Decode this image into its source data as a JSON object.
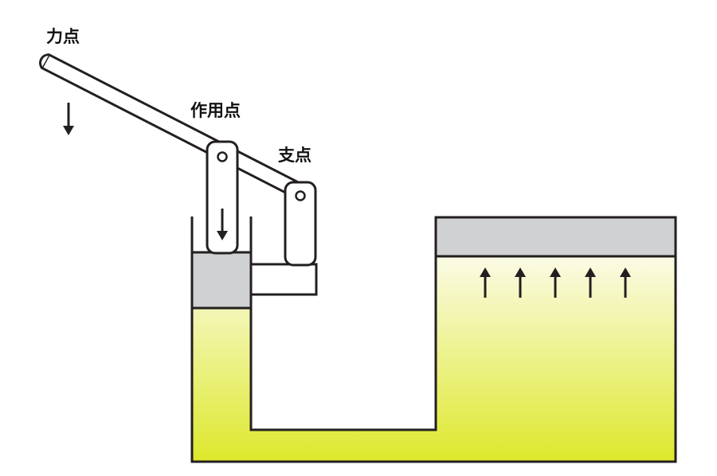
{
  "labels": {
    "effort_point": "力点",
    "load_point": "作用点",
    "fulcrum": "支点"
  },
  "colors": {
    "outline": "#231f20",
    "fluid_top": "#fbfbe6",
    "fluid_bottom": "#dde82c",
    "piston": "#d0d1d3",
    "background": "#ffffff"
  },
  "icons": {
    "force_down": "arrow-down",
    "pressure_up": "arrow-up"
  }
}
